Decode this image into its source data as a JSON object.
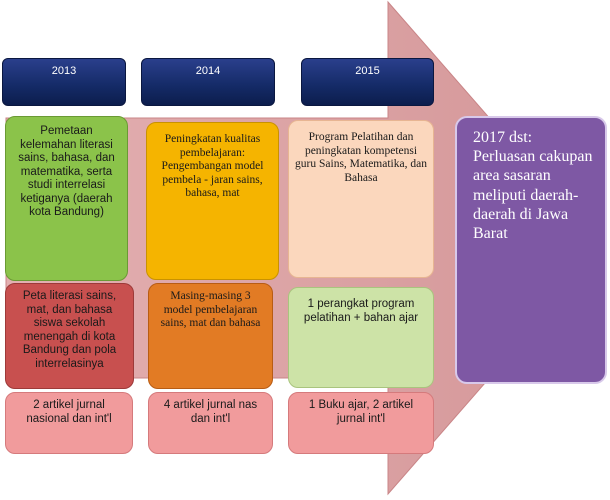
{
  "colors": {
    "arrow": "#d9a1a3",
    "year_box": "#142a66",
    "green": "#8bc34a",
    "orange": "#f5b400",
    "peach": "#fbd7bd",
    "red": "#c8504f",
    "dark_orange": "#e27b24",
    "light_green": "#cde3a7",
    "pink": "#f19b9c",
    "purple": "#7e58a4"
  },
  "years": [
    "2013",
    "2014",
    "2015"
  ],
  "columns": [
    {
      "plan": "Pemetaan kelemahan literasi sains, bahasa, dan matematika, serta studi interrelasi ketiganya (daerah kota Bandung)",
      "result": "Peta literasi sains, mat, dan bahasa siswa sekolah menengah di kota Bandung dan pola interrelasinya",
      "output": "2 artikel jurnal nasional dan int'l"
    },
    {
      "plan": "Peningkatan kualitas pembelajaran: Pengembangan model pembela - jaran sains, bahasa, mat",
      "result": "Masing-masing 3 model pembelajaran sains, mat dan bahasa",
      "output": "4 artikel jurnal nas dan int'l"
    },
    {
      "plan": "Program Pelatihan dan peningkatan kompetensi guru Sains, Matematika, dan Bahasa",
      "result": "1 perangkat program pelatihan + bahan ajar",
      "output": "1 Buku ajar, 2 artikel jurnal int'l"
    }
  ],
  "future": "2017 dst: Perluasan cakupan area sasaran meliputi daerah-daerah di Jawa Barat"
}
